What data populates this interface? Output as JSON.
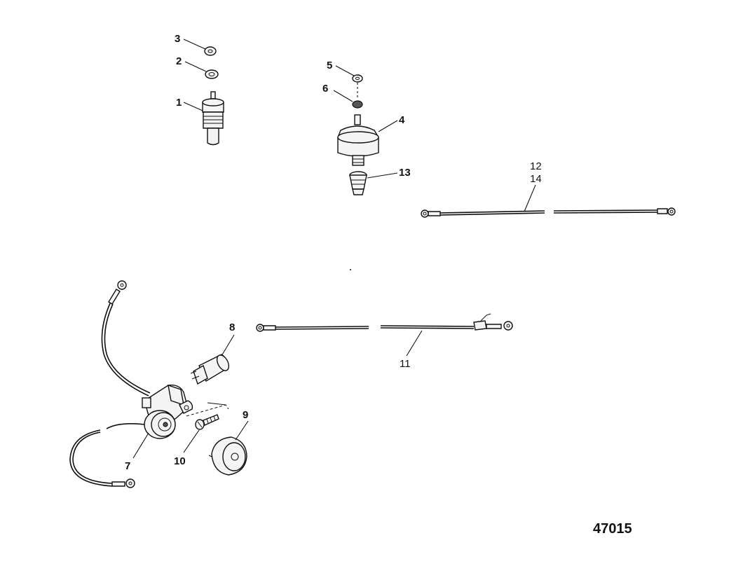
{
  "callouts": {
    "c1": "1",
    "c2": "2",
    "c3": "3",
    "c4": "4",
    "c5": "5",
    "c6": "6",
    "c7": "7",
    "c8": "8",
    "c9": "9",
    "c10": "10",
    "c11": "11",
    "c12": "12",
    "c13": "13",
    "c14": "14"
  },
  "figure_number": "47015"
}
